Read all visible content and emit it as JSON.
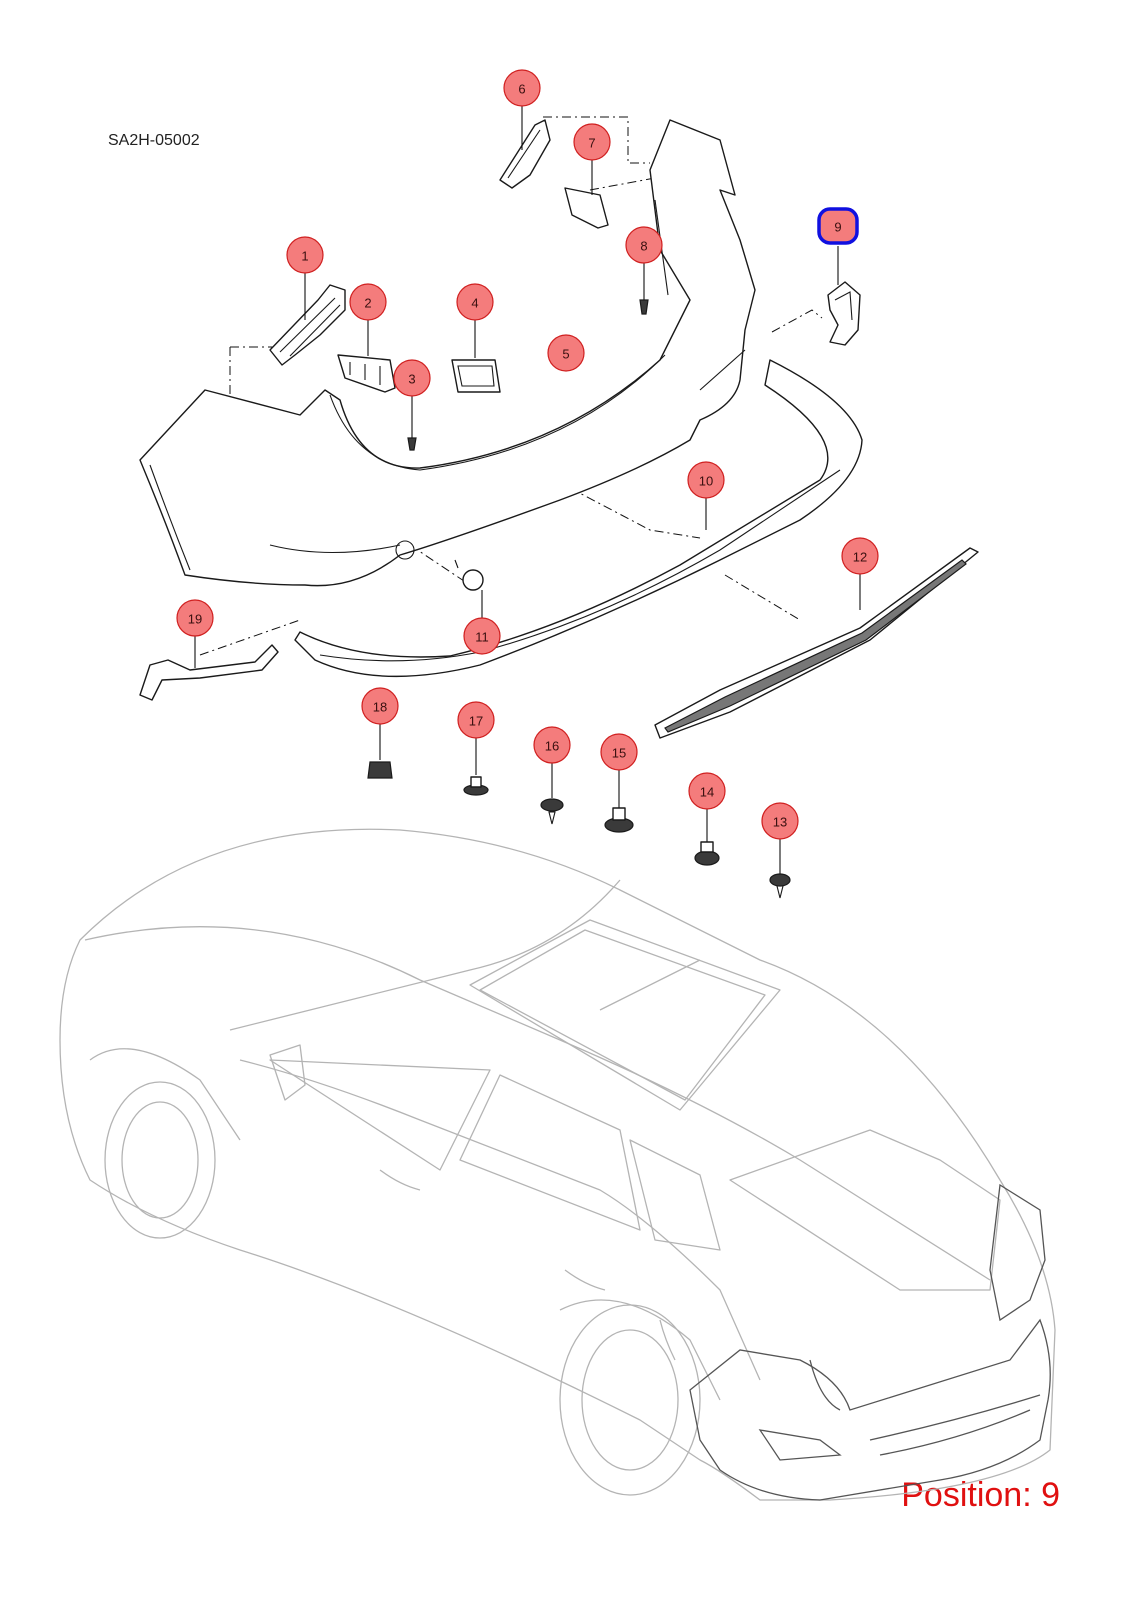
{
  "diagram_code": "SA2H-05002",
  "position_label": "Position: 9",
  "selected_marker": "9",
  "colors": {
    "marker_fill": "#f47c7c",
    "marker_stroke": "#d02020",
    "selection_outline": "#1010e0",
    "position_text": "#e01010"
  },
  "markers": [
    "1",
    "2",
    "3",
    "4",
    "5",
    "6",
    "7",
    "8",
    "9",
    "10",
    "11",
    "12",
    "13",
    "14",
    "15",
    "16",
    "17",
    "18",
    "19"
  ]
}
